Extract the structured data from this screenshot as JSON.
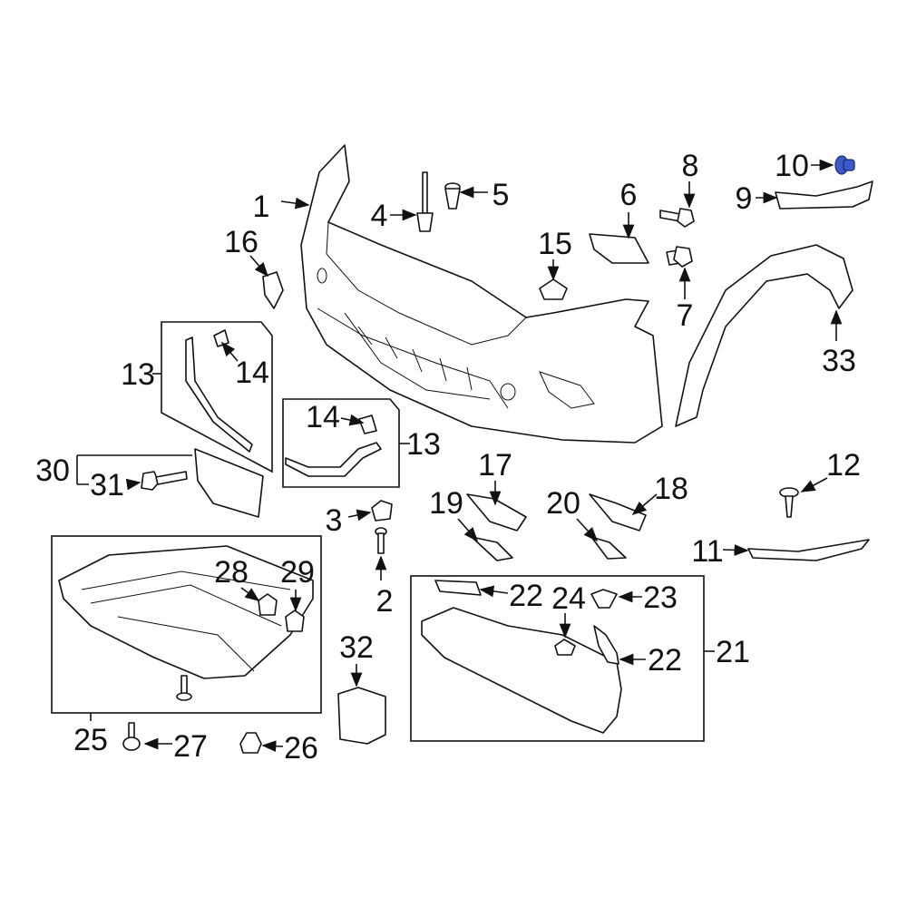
{
  "diagram": {
    "labels": [
      "1",
      "4",
      "5",
      "6",
      "8",
      "10",
      "9",
      "15",
      "16",
      "7",
      "33",
      "13",
      "14",
      "14",
      "13",
      "30",
      "31",
      "17",
      "18",
      "12",
      "19",
      "20",
      "3",
      "11",
      "2",
      "28",
      "29",
      "22",
      "24",
      "23",
      "22",
      "21",
      "32",
      "25",
      "27",
      "26"
    ],
    "highlighted_part": "10",
    "highlight_color": "#3b5bc9"
  }
}
